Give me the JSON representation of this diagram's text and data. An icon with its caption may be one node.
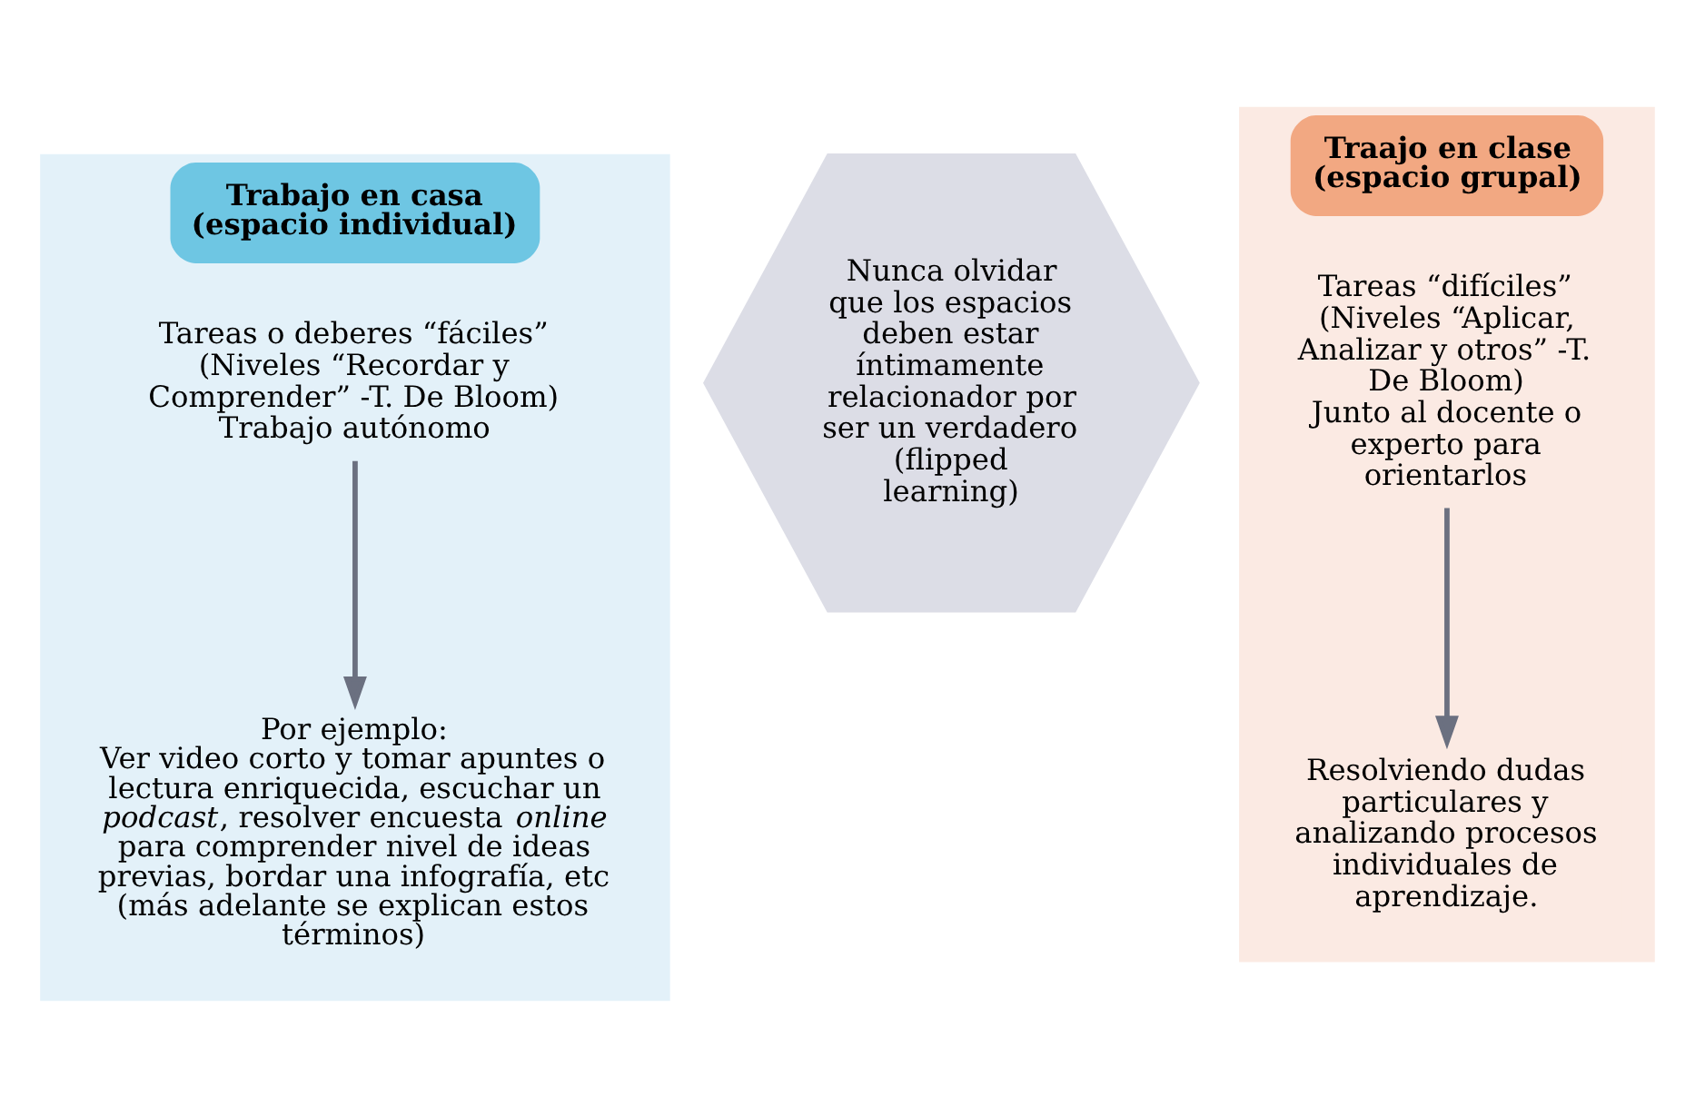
{
  "diagram": {
    "nodes": [
      {
        "text": [
          "Trabajo en casa (espacio individual)"
        ]
      },
      {
        "text": [
          "Tareas o deberes “fáciles” (Niveles “Recordar y Comprender” -T. De Bloom)",
          "Trabajo autónomo"
        ],
        "in": 0
      },
      {
        "text": [
          "Por ejemplo:",
          "Ver video corto y tomar apuntes o lectura enriquecida, escuchar un *podcast*, resolver encuesta *online* para comprender nivel de ideas previas, bordar una infografía, etc (más adelante se explican estos términos)"
        ],
        "in": 0
      },
      {
        "text": [
          "Nunca olvidar que los espacios deben estar íntimamente relacionador por ser un verdadero (flipped learning)"
        ]
      },
      {
        "text": [
          "Traajo en clase (espacio grupal)"
        ]
      },
      {
        "text": [
          "Tareas “difíciles” (Niveles “Aplicar, Analizar y otros” -T. De Bloom)",
          "Junto al docente o experto para orientarlos"
        ],
        "in": 4
      },
      {
        "text": [
          "Resolviendo dudas particulares y analizando procesos individuales de aprendizaje."
        ],
        "in": 4
      }
    ],
    "edges": [
      {
        "from": 1,
        "to": 2,
        "arrow": "to"
      },
      {
        "from": 5,
        "to": 6,
        "arrow": "to"
      }
    ]
  }
}
